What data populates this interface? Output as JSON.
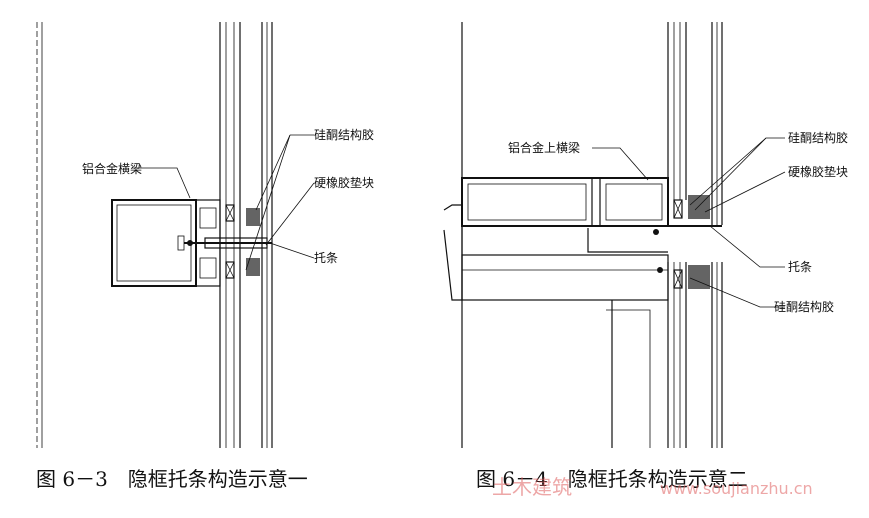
{
  "figure_left": {
    "caption": "图 6－3　隐框托条构造示意一",
    "labels": {
      "silicone_structural_adhesive": "硅酮结构胶",
      "aluminum_crossbeam": "铝合金横梁",
      "hard_rubber_pad": "硬橡胶垫块",
      "support_strip": "托条"
    }
  },
  "figure_right": {
    "caption": "图 6－4　隐框托条构造示意二",
    "labels": {
      "aluminum_upper_crossbeam": "铝合金上横梁",
      "silicone_structural_adhesive_top": "硅酮结构胶",
      "hard_rubber_pad": "硬橡胶垫块",
      "support_strip": "托条",
      "silicone_structural_adhesive_bottom": "硅酮结构胶"
    }
  },
  "watermark": {
    "text_cn": "土木建筑",
    "text_url": "www.soujianzhu.cn"
  }
}
